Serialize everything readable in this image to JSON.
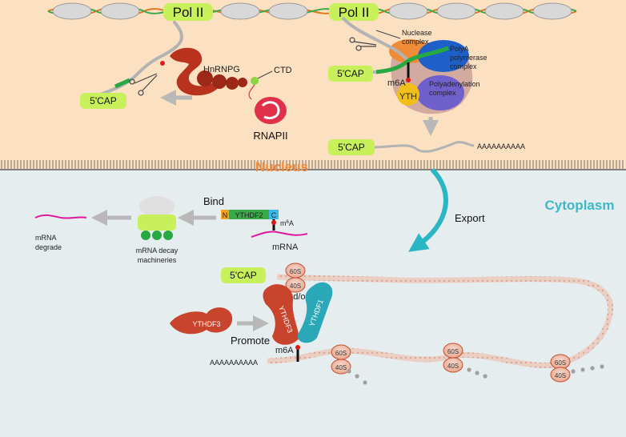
{
  "regions": {
    "nucleus": "Nucleus",
    "cytoplasm": "Cytoplasm"
  },
  "pol_ii": [
    "Pol II",
    "Pol II"
  ],
  "cap": "5'CAP",
  "labels": {
    "hnrnpg": "HnRNPG",
    "ctd": "CTD",
    "rnapii": "RNAPII",
    "nuclease": [
      "Nuclease",
      "complex"
    ],
    "polya_polymerase": [
      "PolyA",
      "polymerase",
      "complex"
    ],
    "polyadenylation": [
      "Polyadenylation",
      "complex"
    ],
    "m6a": "m6A",
    "m6a_super": [
      "m",
      "6",
      "A"
    ],
    "yth": "YTH",
    "poly_a_tail": "AAAAAAAAAA",
    "export": "Export",
    "bind": "Bind",
    "ythdf2_n": "N",
    "ythdf2": "YTHDF2",
    "ythdf2_c": "C",
    "mrna": "mRNA",
    "mrna_degrade": [
      "mRNA",
      "degrade"
    ],
    "decay": [
      "mRNA decay",
      "machineries"
    ],
    "ribosome_60": "60S",
    "ribosome_40": "40S",
    "and_or": "And/or",
    "ythdf3": "YTHDF3",
    "ythdf1": "YTHDF1",
    "promote": "Promote"
  },
  "colors": {
    "nucleus": "#fce0c2",
    "cytoplasm": "#e6edef",
    "cap_fill": "#c8f05a",
    "hnrnpg": "#b8321e",
    "rnapii": "#e0304a",
    "ythdf3": "#c8442c",
    "ythdf1": "#2aa8b8",
    "export_arrow": "#2bb6c4",
    "mrna_gray": "#b3b3b3",
    "m6a_red": "#e01818",
    "magenta": "#e0189c",
    "region_label_nucleus": "#f08a3a",
    "region_label_cytoplasm": "#3cb8c8"
  },
  "icons": [
    "scissors-icon",
    "arrow-icon"
  ]
}
